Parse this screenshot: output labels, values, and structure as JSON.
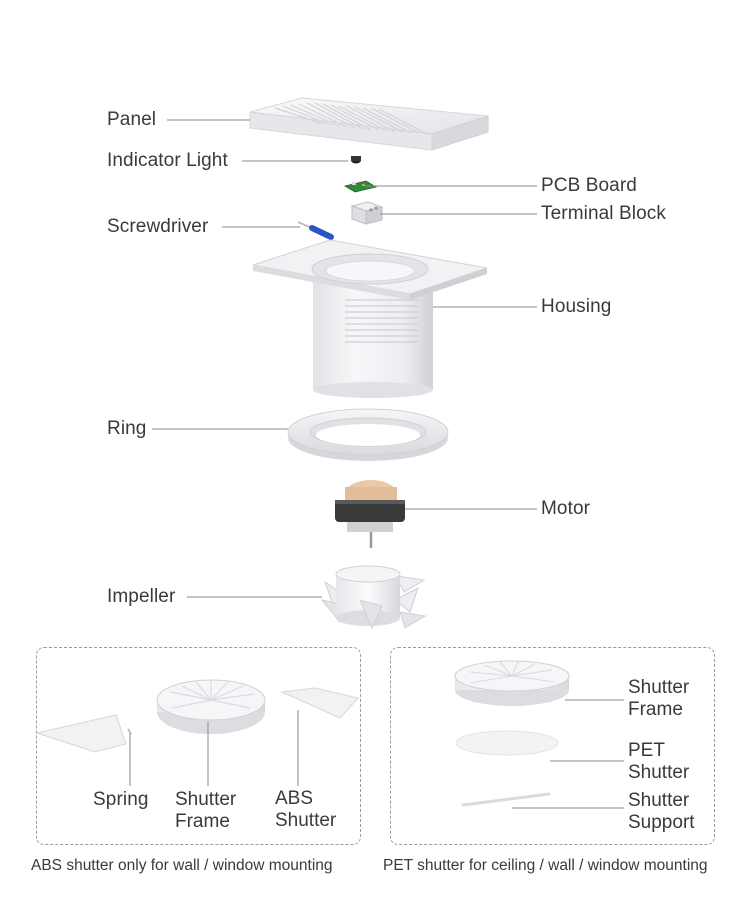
{
  "labels": {
    "panel": "Panel",
    "indicator_light": "Indicator Light",
    "pcb_board": "PCB Board",
    "terminal_block": "Terminal Block",
    "screwdriver": "Screwdriver",
    "housing": "Housing",
    "ring": "Ring",
    "motor": "Motor",
    "impeller": "Impeller"
  },
  "abs_kit": {
    "spring": "Spring",
    "shutter_frame": [
      "Shutter",
      "Frame"
    ],
    "abs_shutter": [
      "ABS",
      "Shutter"
    ],
    "caption": "ABS shutter only for wall / window mounting"
  },
  "pet_kit": {
    "shutter_frame": [
      "Shutter",
      "Frame"
    ],
    "pet_shutter": [
      "PET",
      "Shutter"
    ],
    "shutter_support": [
      "Shutter",
      "Support"
    ],
    "caption": "PET shutter for ceiling / wall / window mounting"
  },
  "colors": {
    "part_fill": "#f1f1f3",
    "part_shadow": "#d4d5d9",
    "leader_line": "#8a8a8a",
    "screwdriver_handle": "#2a55c4",
    "pcb": "#2f8a3c",
    "motor_coil": "#e9c9a8",
    "motor_core": "#3a3a3a"
  }
}
